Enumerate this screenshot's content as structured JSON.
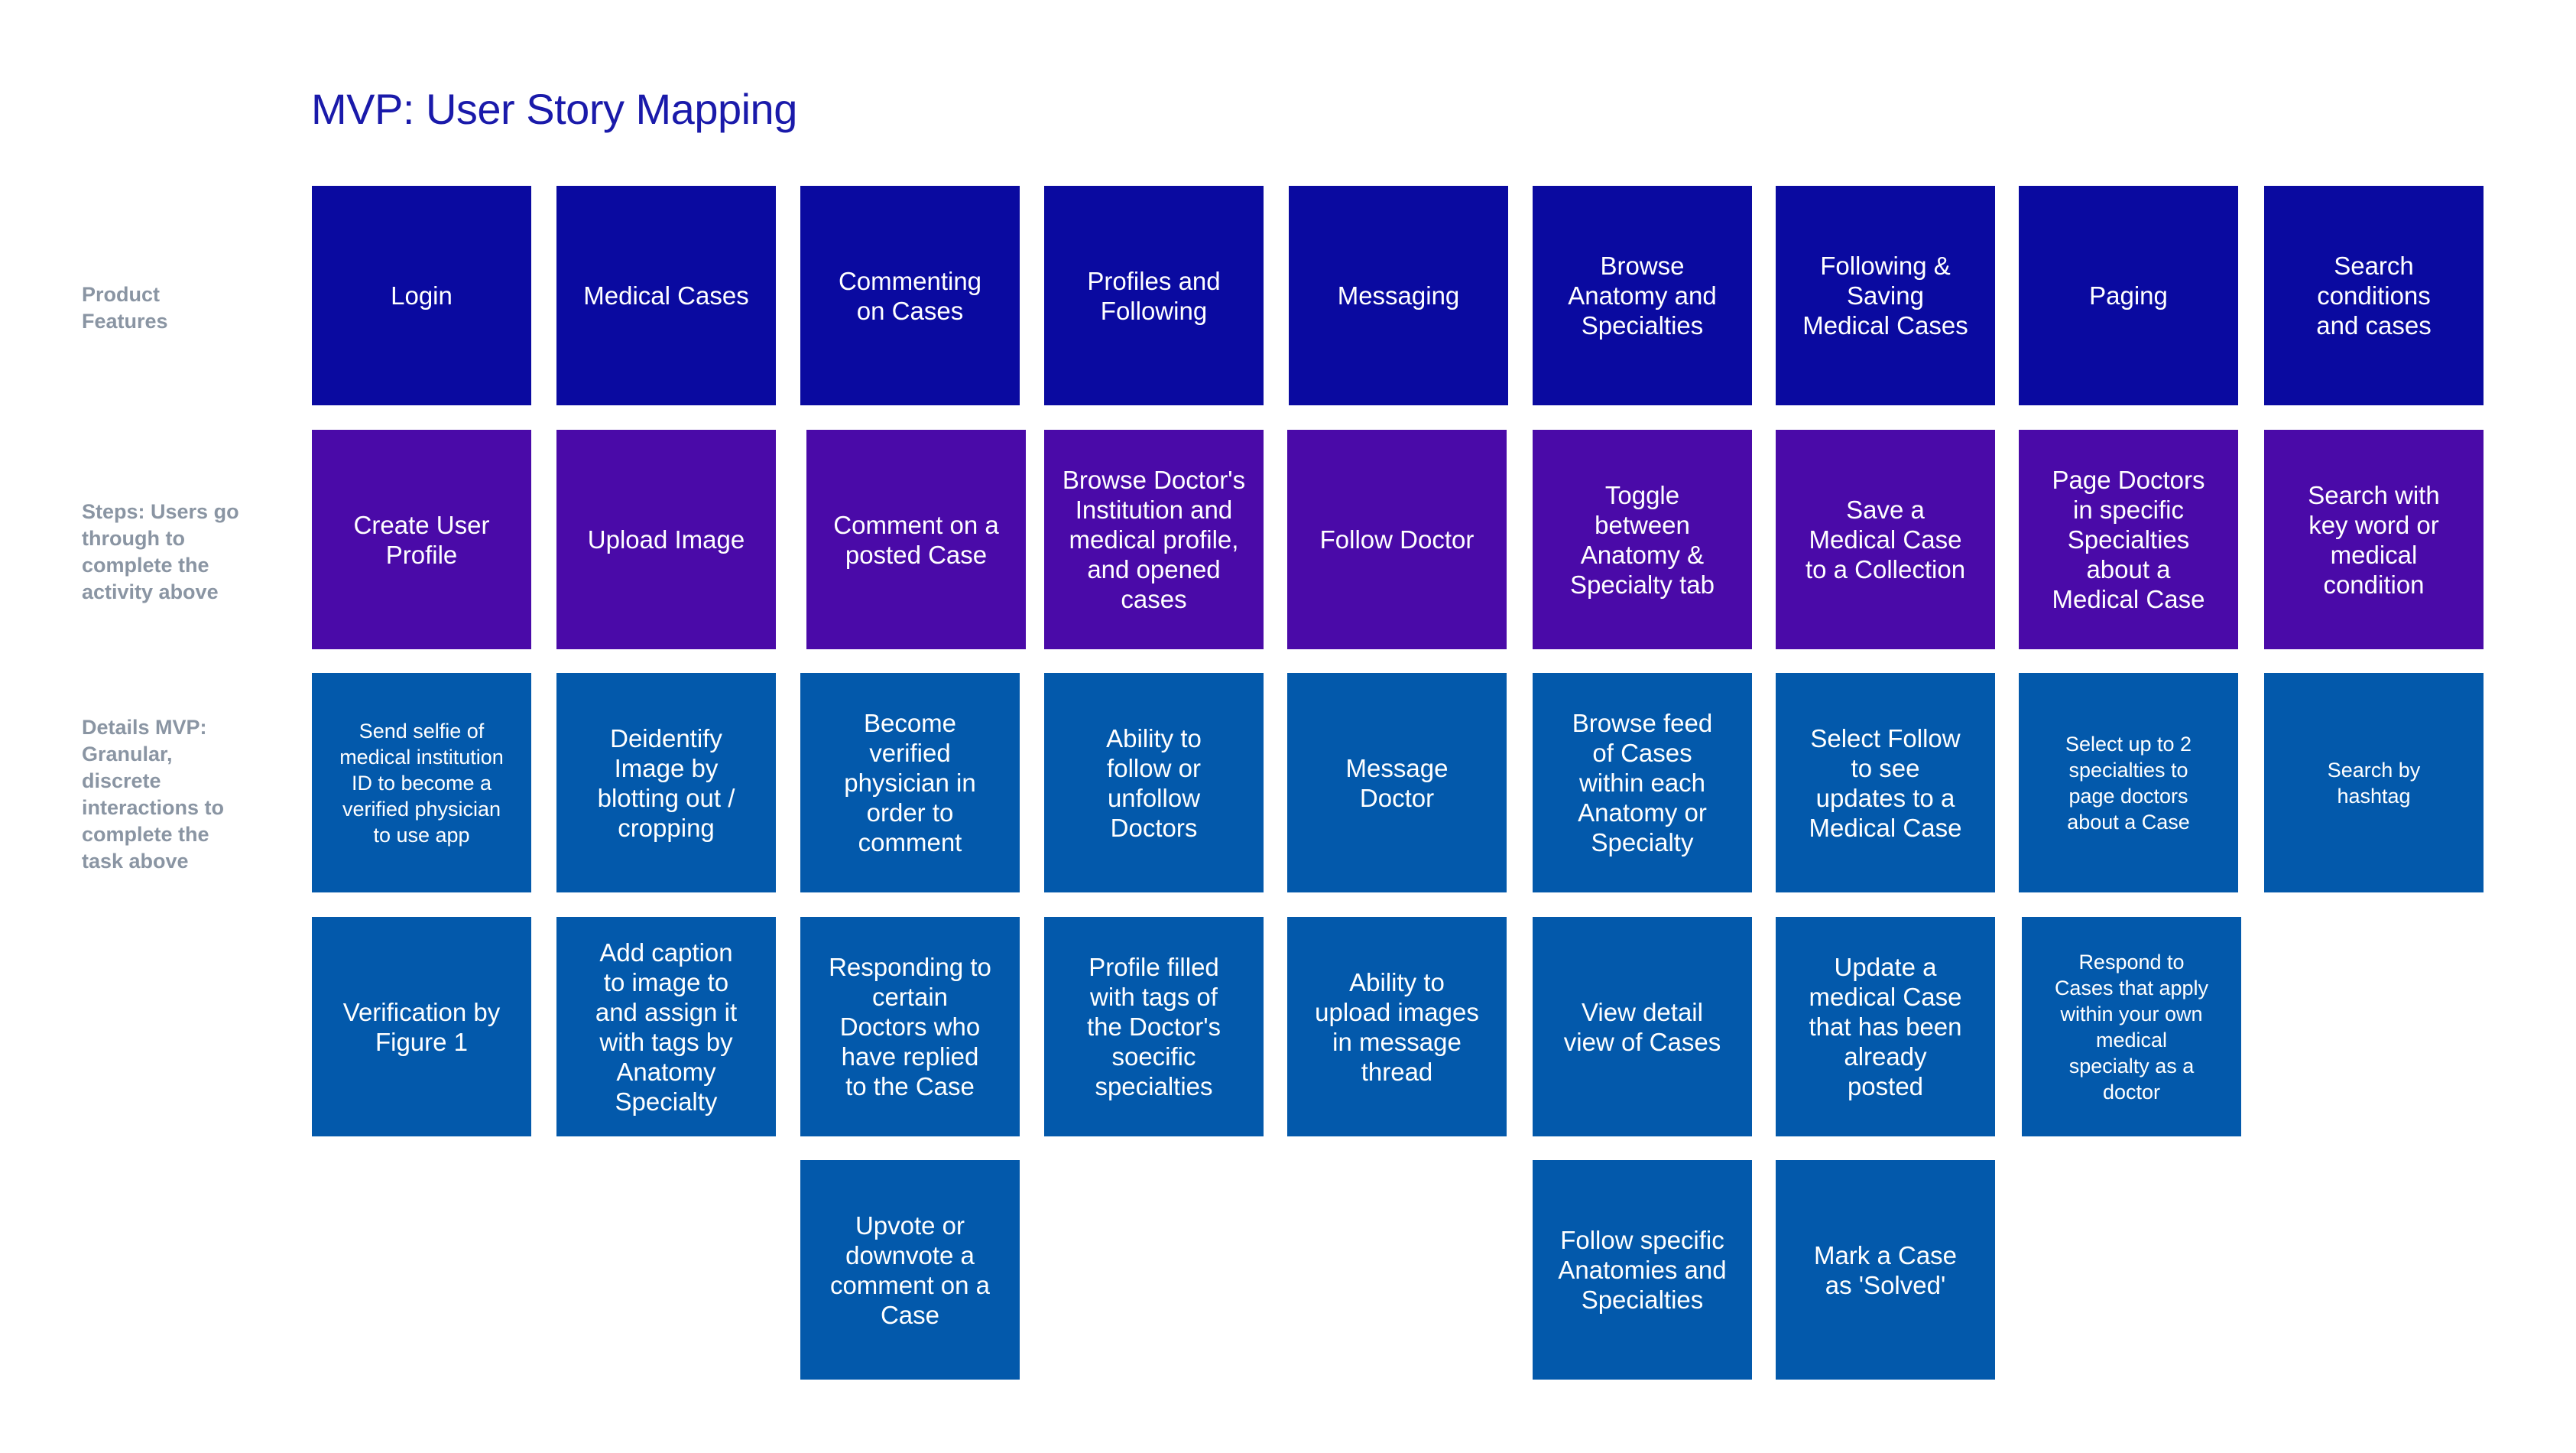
{
  "title": "MVP: User Story Mapping",
  "row_labels": {
    "features": "Product\nFeatures",
    "steps": "Steps: Users go\nthrough to\ncomplete the\nactivity above",
    "details": "Details MVP:\nGranular,\ndiscrete\ninteractions to\ncomplete the\ntask above"
  },
  "colors": {
    "title": "#1a1aaa",
    "feature_card": "#0a0aa0",
    "step_card": "#4a0aa8",
    "detail_card": "#0359ab",
    "row_label": "#8a95a3"
  },
  "features": [
    "Login",
    "Medical Cases",
    "Commenting\non Cases",
    "Profiles and\nFollowing",
    "Messaging",
    "Browse\nAnatomy and\nSpecialties",
    "Following &\nSaving\nMedical Cases",
    "Paging",
    "Search\nconditions\nand cases"
  ],
  "steps": [
    "Create User\nProfile",
    "Upload Image",
    "Comment on a\nposted Case",
    "Browse Doctor's\nInstitution and\nmedical profile,\nand opened\ncases",
    "Follow Doctor",
    "Toggle\nbetween\nAnatomy &\nSpecialty tab",
    "Save a\nMedical Case\nto a Collection",
    "Page Doctors\nin specific\nSpecialties\nabout a\nMedical Case",
    "Search with\nkey word or\nmedical\ncondition"
  ],
  "details_row1": [
    "Send selfie of\nmedical institution\nID to become a\nverified physician\nto use app",
    "Deidentify\nImage by\nblotting out /\ncropping",
    "Become\nverified\nphysician in\norder to\ncomment",
    "Ability to\nfollow or\nunfollow\nDoctors",
    "Message\nDoctor",
    "Browse feed\nof Cases\nwithin each\nAnatomy or\nSpecialty",
    "Select Follow\nto see\nupdates to a\nMedical Case",
    "Select up to 2\nspecialties to\npage doctors\nabout a Case",
    "Search by\nhashtag"
  ],
  "details_row2": [
    "Verification by\nFigure 1",
    "Add caption\nto image to\nand assign it\nwith tags by\nAnatomy\nSpecialty",
    "Responding to\ncertain\nDoctors who\nhave replied\nto the Case",
    "Profile filled\nwith tags of\nthe Doctor's\nsoecific\nspecialties",
    "Ability to\nupload images\nin message\nthread",
    "View detail\nview of Cases",
    "Update a\nmedical Case\nthat has been\nalready\nposted",
    "Respond to\nCases that apply\nwithin your own\nmedical\nspecialty as a\ndoctor"
  ],
  "details_row3": [
    "Upvote or\ndownvote a\ncomment on a\nCase",
    "Follow specific\nAnatomies and\nSpecialties",
    "Mark a Case\nas 'Solved'"
  ]
}
